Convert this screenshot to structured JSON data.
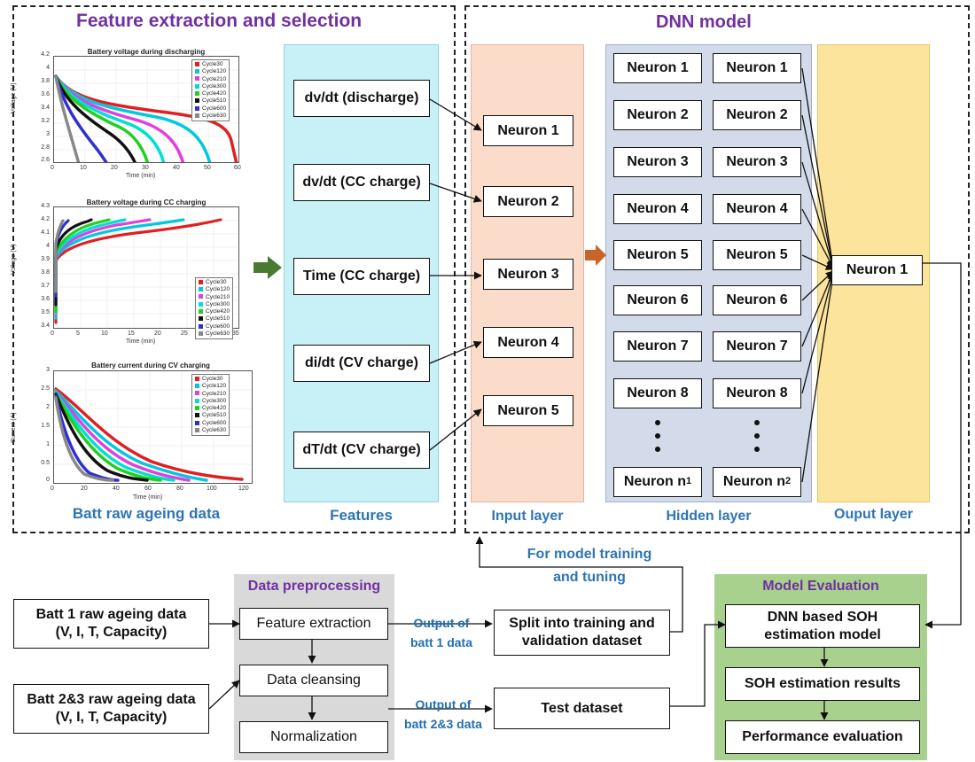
{
  "sections": {
    "feature_title": "Feature extraction and selection",
    "dnn_title": "DNN model",
    "raw_data_label": "Batt raw ageing data",
    "features_label": "Features",
    "input_layer_label": "Input layer",
    "hidden_layer_label": "Hidden layer",
    "output_layer_label": "Ouput layer"
  },
  "plots": [
    {
      "title": "Battery voltage during discharging",
      "xlabel": "Time (min)",
      "ylabel": "Voltage (V)",
      "xticks": [
        "0",
        "10",
        "20",
        "30",
        "40",
        "50",
        "60"
      ],
      "yticks": [
        "4.2",
        "4",
        "3.8",
        "3.6",
        "3.4",
        "3.2",
        "3",
        "2.8",
        "2.6"
      ],
      "legend": [
        "Cycle30",
        "Cycle120",
        "Cycle210",
        "Cycle300",
        "Cycle420",
        "Cycle510",
        "Cycle600",
        "Cycle630"
      ]
    },
    {
      "title": "Battery voltage during CC charging",
      "xlabel": "Time (min)",
      "ylabel": "Voltage (V)",
      "xticks": [
        "0",
        "5",
        "10",
        "15",
        "20",
        "25",
        "30",
        "35"
      ],
      "yticks": [
        "4.3",
        "4.2",
        "4.1",
        "4",
        "3.9",
        "3.8",
        "3.7",
        "3.6",
        "3.5",
        "3.4"
      ],
      "legend": [
        "Cycle30",
        "Cycle120",
        "Cycle210",
        "Cycle300",
        "Cycle420",
        "Cycle510",
        "Cycle600",
        "Cycle630"
      ]
    },
    {
      "title": "Battery current during CV charging",
      "xlabel": "Time (min)",
      "ylabel": "Current (A)",
      "xticks": [
        "0",
        "20",
        "40",
        "60",
        "80",
        "100",
        "120"
      ],
      "yticks": [
        "3",
        "2.5",
        "2",
        "1.5",
        "1",
        "0.5",
        "0"
      ],
      "legend": [
        "Cycle30",
        "Cycle120",
        "Cycle210",
        "Cycle300",
        "Cycle420",
        "Cycle510",
        "Cycle600",
        "Cycle630"
      ]
    }
  ],
  "series_colors": [
    "#e02020",
    "#00c8e0",
    "#e040e0",
    "#00e0d0",
    "#20d020",
    "#111111",
    "#3030d0",
    "#888888"
  ],
  "features": [
    "dv/dt (discharge)",
    "dv/dt (CC charge)",
    "Time (CC charge)",
    "di/dt (CV charge)",
    "dT/dt (CV charge)"
  ],
  "input_neurons": [
    "Neuron 1",
    "Neuron 2",
    "Neuron 3",
    "Neuron 4",
    "Neuron 5"
  ],
  "hidden_col1": [
    "Neuron 1",
    "Neuron 2",
    "Neuron 3",
    "Neuron 4",
    "Neuron 5",
    "Neuron 6",
    "Neuron 7",
    "Neuron 8"
  ],
  "hidden_col2": [
    "Neuron 1",
    "Neuron 2",
    "Neuron 3",
    "Neuron 4",
    "Neuron 5",
    "Neuron 6",
    "Neuron 7",
    "Neuron 8"
  ],
  "hidden_last1": {
    "base": "Neuron n",
    "sub": "1"
  },
  "hidden_last2": {
    "base": "Neuron n",
    "sub": "2"
  },
  "output_neuron": "Neuron 1",
  "flow": {
    "batt1": [
      "Batt 1 raw ageing data",
      "(V, I, T, Capacity)"
    ],
    "batt23": [
      "Batt 2&3 raw ageing data",
      "(V, I, T, Capacity)"
    ],
    "preproc_title": "Data preprocessing",
    "feature_extraction": "Feature extraction",
    "data_cleansing": "Data cleansing",
    "normalization": "Normalization",
    "output_batt1": [
      "Output of",
      "batt 1 data"
    ],
    "output_batt23": [
      "Output of",
      "batt 2&3 data"
    ],
    "split": [
      "Split into training and",
      "validation dataset"
    ],
    "test": "Test dataset",
    "training_note": [
      "For model training",
      "and tuning"
    ],
    "eval_title": "Model Evaluation",
    "dnn_soh": [
      "DNN based SOH",
      "estimation model"
    ],
    "soh_results": "SOH estimation results",
    "performance": "Performance evaluation"
  },
  "colors": {
    "features_bg": "#c7f1f7",
    "input_bg": "#fbdccb",
    "hidden_bg": "#d3dbeb",
    "output_bg": "#fde49c",
    "preproc_bg": "#d9d9d9",
    "eval_bg": "#a9d18e",
    "title_purple": "#7030a0",
    "label_blue": "#2e74b5",
    "arrow_green": "#4a7a32",
    "arrow_orange": "#c8642a"
  }
}
